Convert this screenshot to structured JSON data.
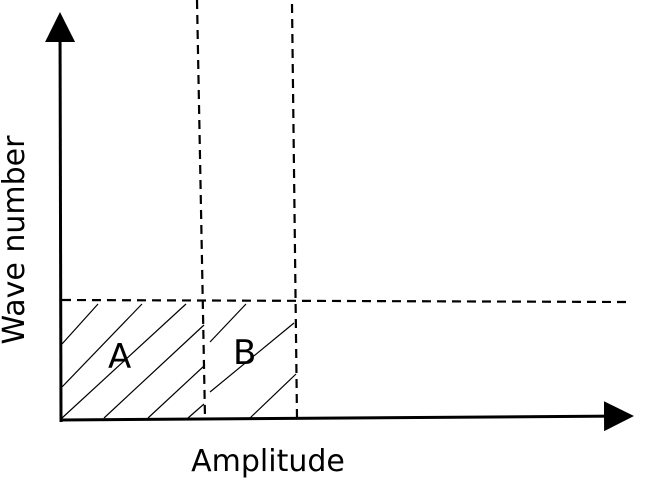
{
  "diagram": {
    "x_axis_label": "Amplitude",
    "y_axis_label": "Wave number",
    "regions": [
      {
        "id": "A",
        "label": "A",
        "hatched": true
      },
      {
        "id": "B",
        "label": "B",
        "hatched": true
      }
    ],
    "colors": {
      "line": "#000000",
      "background": "#ffffff"
    }
  }
}
